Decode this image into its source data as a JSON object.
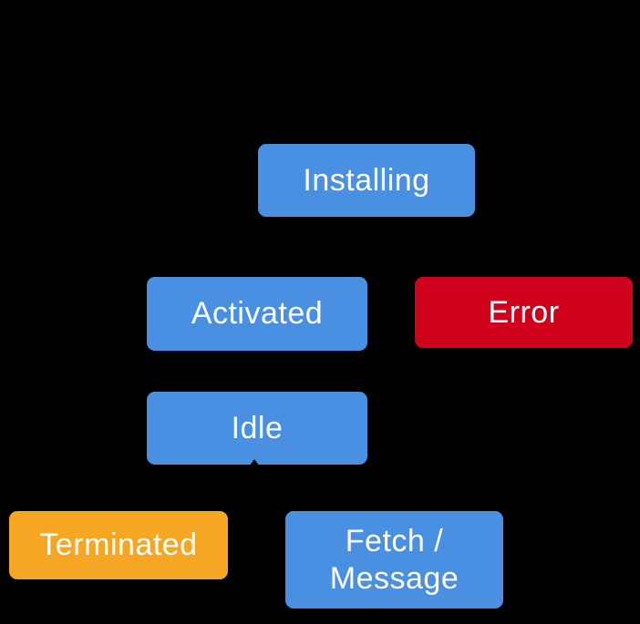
{
  "diagram": {
    "type": "state-diagram",
    "background": "#000000"
  },
  "colors": {
    "blue": "#4A90E2",
    "red": "#D0021B",
    "orange": "#F5A623",
    "label_text": "#FFFFFF",
    "background": "#000000"
  },
  "nodes": [
    {
      "id": "installing",
      "label": "Installing",
      "color": "blue"
    },
    {
      "id": "activated",
      "label": "Activated",
      "color": "blue"
    },
    {
      "id": "error",
      "label": "Error",
      "color": "red"
    },
    {
      "id": "idle",
      "label": "Idle",
      "color": "blue"
    },
    {
      "id": "terminated",
      "label": "Terminated",
      "color": "orange"
    },
    {
      "id": "fetch-message",
      "label": "Fetch / Message",
      "color": "blue"
    }
  ]
}
